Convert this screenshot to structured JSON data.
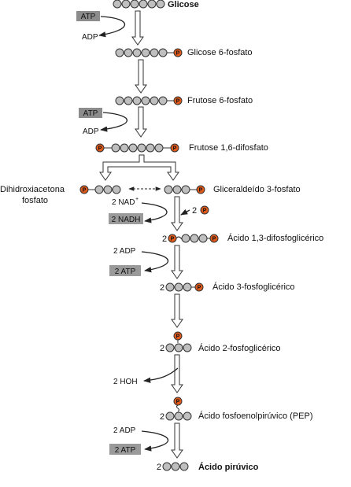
{
  "colors": {
    "bead": "#bfbfbf",
    "phosphate": "#e05a1c",
    "badge_atp_bg": "#8c8c8c",
    "badge_atp_text": "#ffff66",
    "badge_nadh_bg": "#9a9a9a",
    "badge_nadh_text": "#1a2fa0",
    "hoh_text": "#1a2fa0"
  },
  "phosphate_symbol": "P",
  "molecules": {
    "glicose": "Glicose",
    "glicose6p": "Glicose 6-fosfato",
    "frutose6p": "Frutose 6-fosfato",
    "frutose16p": "Frutose 1,6-difosfato",
    "dhap_line1": "Dihidroxiacetona",
    "dhap_line2": "fosfato",
    "g3p": "Gliceraldeído 3-fosfato",
    "bpg": "Ácido 1,3-difosfoglicérico",
    "pg3": "Ácido 3-fosfoglicérico",
    "pg2": "Ácido 2-fosfoglicérico",
    "pep": "Ácido fosfoenolpirúvico (PEP)",
    "pyruvate": "Ácido pirúvico"
  },
  "cofactors": {
    "atp1": "ATP",
    "adp1": "ADP",
    "atp2": "ATP",
    "adp2": "ADP",
    "nad": "2 NAD",
    "nad_charge": "+",
    "nadh": "2 NADH",
    "two_pi": "2",
    "adp3": "2 ADP",
    "atp3": "2 ATP",
    "hoh": "2 HOH",
    "adp4": "2 ADP",
    "atp4": "2 ATP"
  },
  "multipliers": {
    "bpg": "2",
    "pg3": "2",
    "pg2": "2",
    "pep": "2",
    "pyruvate": "2"
  }
}
